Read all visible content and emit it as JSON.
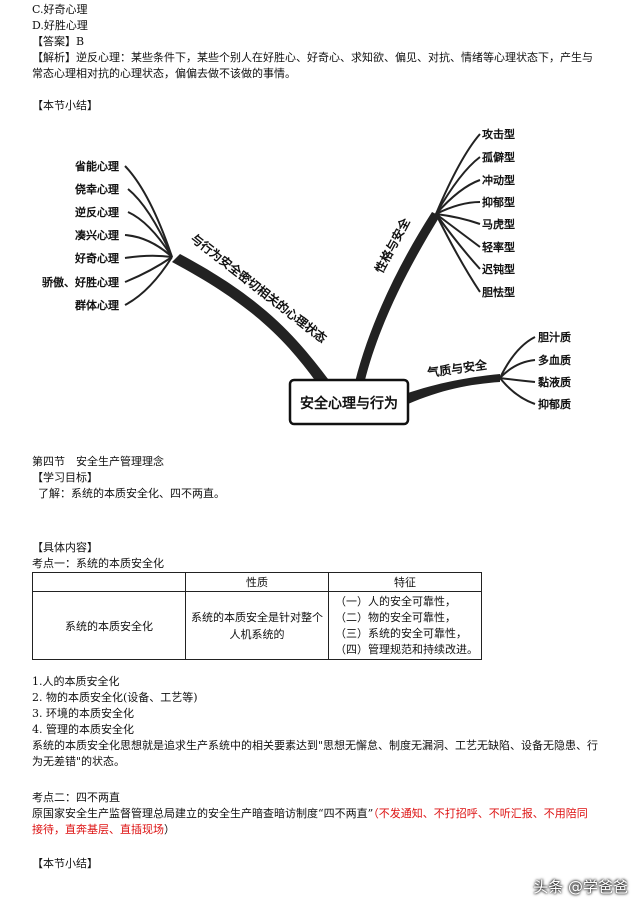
{
  "top": {
    "option_c": "C.好奇心理",
    "option_d": "D.好胜心理",
    "answer": "【答案】B",
    "analysis_1": "【解析】逆反心理：某些条件下，某些个别人在好胜心、好奇心、求知欲、偏见、对抗、情绪等心理状态下，产生与",
    "analysis_2": "常态心理相对抗的心理状态，偏偏去做不该做的事情。",
    "summary_1": "【本节小结】"
  },
  "mindmap": {
    "center": "安全心理与行为",
    "branch_left": "与行为安全密切相关的心理状态",
    "left_items": [
      "省能心理",
      "侥幸心理",
      "逆反心理",
      "凑兴心理",
      "好奇心理",
      "骄傲、好胜心理",
      "群体心理"
    ],
    "branch_right": "性格与安全",
    "right_items": [
      "攻击型",
      "孤僻型",
      "冲动型",
      "抑郁型",
      "马虎型",
      "轻率型",
      "迟钝型",
      "胆怯型"
    ],
    "branch_temper": "气质与安全",
    "temper_items": [
      "胆汁质",
      "多血质",
      "黏液质",
      "抑郁质"
    ]
  },
  "section": {
    "title": "第四节　安全生产管理理念",
    "goal_head": "【学习目标】",
    "goal": "了解：系统的本质安全化、四不两直。",
    "content_head": "【具体内容】",
    "point1": "考点一：系统的本质安全化"
  },
  "table": {
    "headers": [
      "",
      "性质",
      "特征"
    ],
    "row_label": "系统的本质安全化",
    "nature_1": "系统的本质安全是针对整个",
    "nature_2": "人机系统的",
    "features": [
      "（一）人的安全可靠性，",
      "（二）物的安全可靠性，",
      "（三）系统的安全可靠性，",
      "（四）管理规范和持续改进。"
    ]
  },
  "list": {
    "items": [
      "1.人的本质安全化",
      "2. 物的本质安全化(设备、工艺等)",
      "3. 环境的本质安全化",
      "4. 管理的本质安全化"
    ],
    "summary_1": "系统的本质安全化思想就是追求生产系统中的相关要素达到\"思想无懈怠、制度无漏洞、工艺无缺陷、设备无隐患、行",
    "summary_2": "为无差错\"的状态。"
  },
  "point2": {
    "title": "考点二：四不两直",
    "line1_black": "原国家安全生产监督管理总局建立的安全生产暗查暗访制度“四不两直”",
    "line1_red": "（不发通知、不打招呼、不听汇报、不用陪同",
    "line2_red": "接待，直奔基层、直插现场",
    "line2_black": "）",
    "summary_2": "【本节小结】"
  },
  "watermark": "头条 @学爸爸"
}
